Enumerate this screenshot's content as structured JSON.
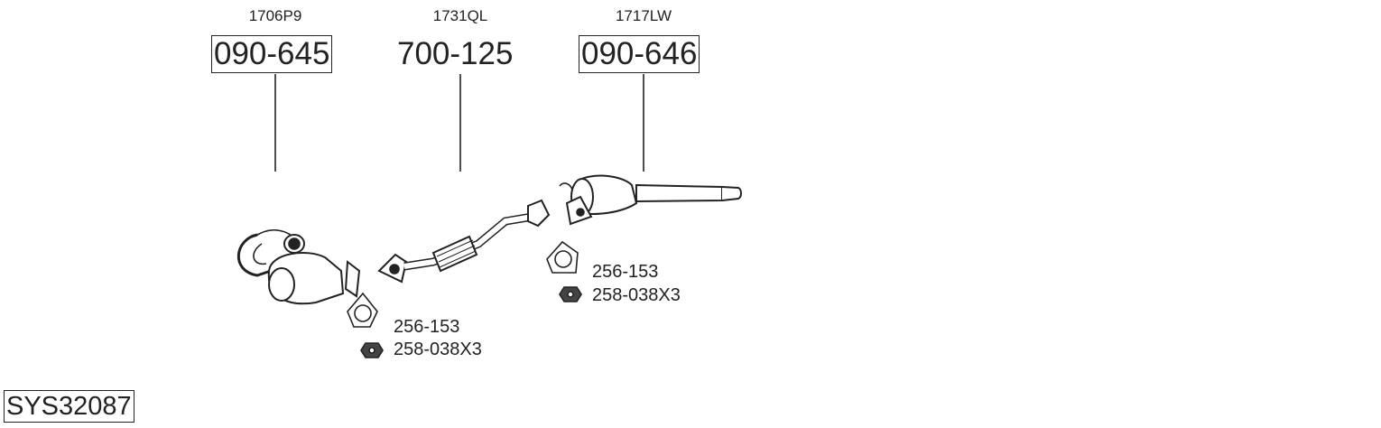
{
  "system_code": "SYS32087",
  "parts": [
    {
      "ref": "1706P9",
      "number": "090-645",
      "boxed": true
    },
    {
      "ref": "1731QL",
      "number": "700-125",
      "boxed": false
    },
    {
      "ref": "1717LW",
      "number": "090-646",
      "boxed": true
    }
  ],
  "accessories": [
    {
      "gasket": "256-153",
      "nut": "258-038X3"
    },
    {
      "gasket": "256-153",
      "nut": "258-038X3"
    }
  ]
}
